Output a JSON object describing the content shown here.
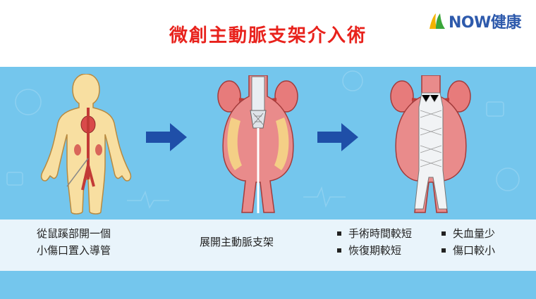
{
  "title": "微創主動脈支架介入術",
  "logo": {
    "text": "NOW健康",
    "icon": "now-logo-icon"
  },
  "colors": {
    "title": "#e8221c",
    "background": "#74c6ed",
    "arrow": "#1f4fa8",
    "logo_green": "#3aa63a",
    "logo_blue": "#2e5aac"
  },
  "steps": [
    {
      "caption_line1": "從鼠蹊部開一個",
      "caption_line2": "小傷口置入導管"
    },
    {
      "caption": "展開主動脈支架"
    }
  ],
  "benefits": [
    "手術時間較短",
    "失血量少",
    "恢復期較短",
    "傷口較小"
  ]
}
